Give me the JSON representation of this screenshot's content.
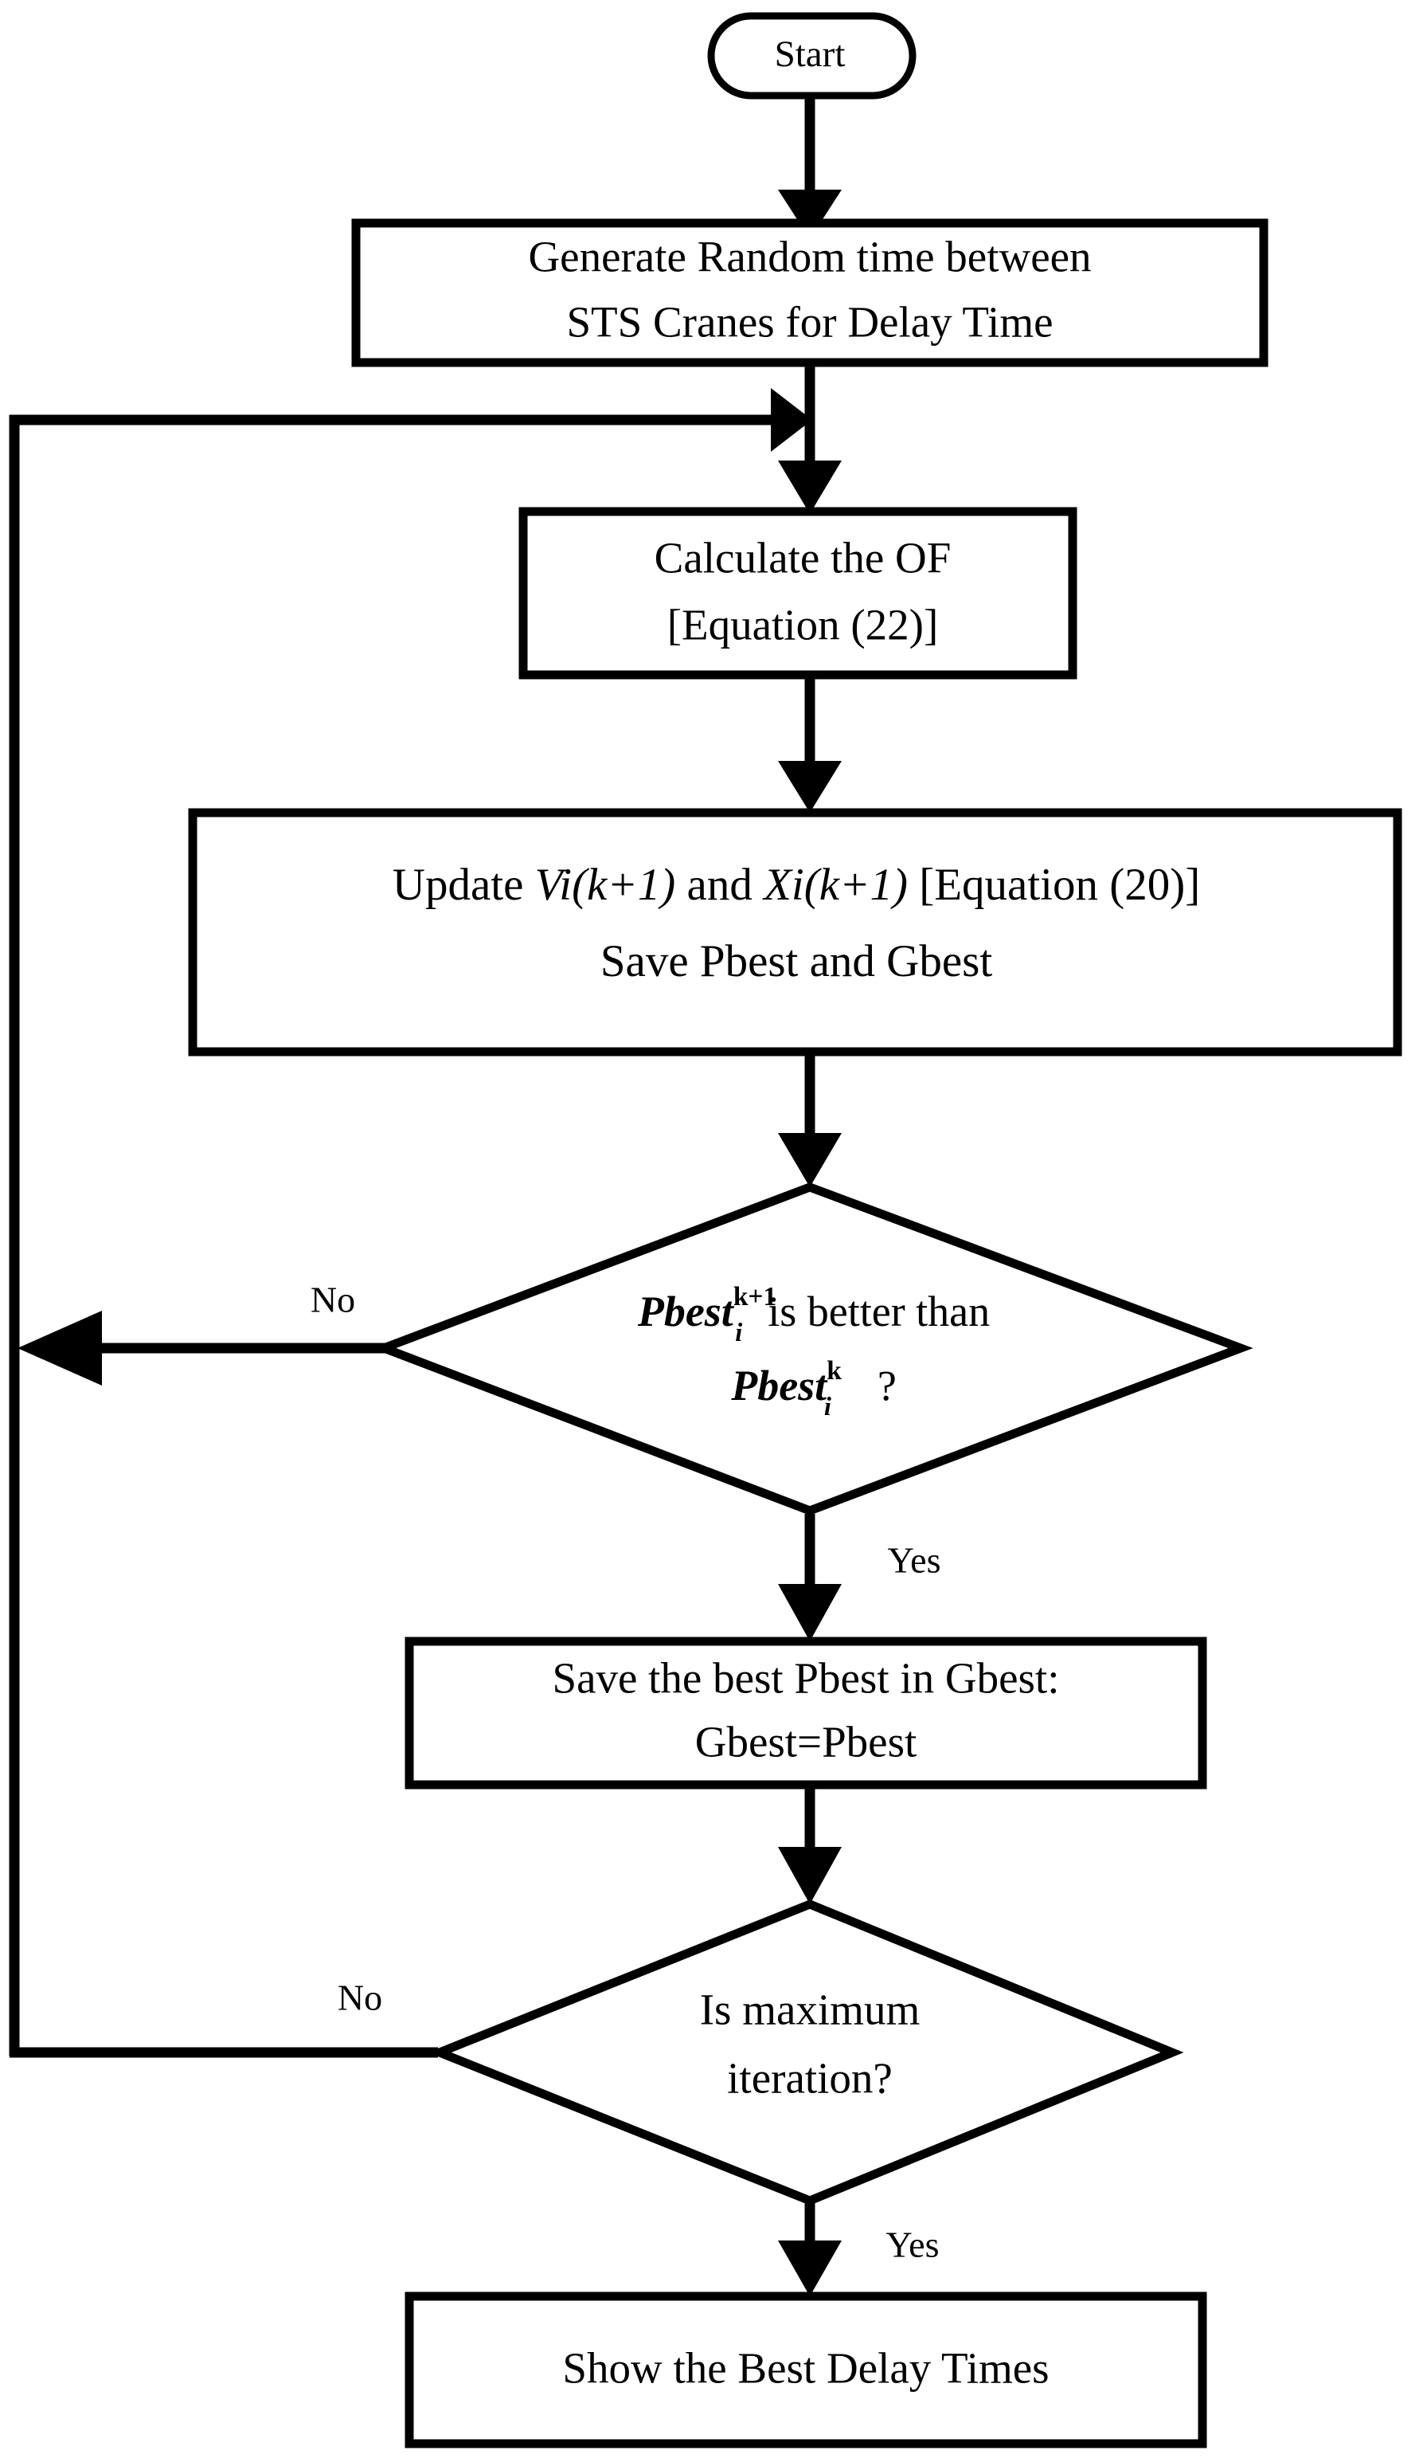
{
  "diagram": {
    "title": "PSO algorithm flowchart for STS crane delay time optimization",
    "type": "flowchart",
    "colors": {
      "stroke": "#000000",
      "fill": "#ffffff",
      "text": "#000000"
    }
  },
  "nodes": {
    "start": {
      "shape": "terminal",
      "label": "Start"
    },
    "generate": {
      "shape": "process",
      "line1": "Generate Random time between",
      "line2": "STS Cranes for Delay Time"
    },
    "calculate": {
      "shape": "process",
      "line1": "Calculate the OF",
      "line2": "[Equation (22)]"
    },
    "update": {
      "shape": "process",
      "line1_a": "Update ",
      "line1_v": "Vi(k+1)",
      "line1_b": " and ",
      "line1_x": "Xi(k+1)",
      "line1_c": " [Equation (20)]",
      "line2": "Save Pbest and Gbest"
    },
    "decision_pbest": {
      "shape": "decision",
      "var": "Pbest",
      "sup_new": "k+1",
      "sub_i": "i",
      "mid": "is better than",
      "var2": "Pbest",
      "sup_old": "k",
      "sub_i2": "i",
      "question": "?"
    },
    "save_gbest": {
      "shape": "process",
      "line1": "Save the best Pbest in Gbest:",
      "line2": "Gbest=Pbest"
    },
    "decision_iteration": {
      "shape": "decision",
      "line1": "Is maximum",
      "line2": "iteration?"
    },
    "show_result": {
      "shape": "process",
      "line1": "Show the Best Delay Times"
    }
  },
  "edge_labels": {
    "pbest_no": "No",
    "pbest_yes": "Yes",
    "iteration_no": "No",
    "iteration_yes": "Yes"
  }
}
